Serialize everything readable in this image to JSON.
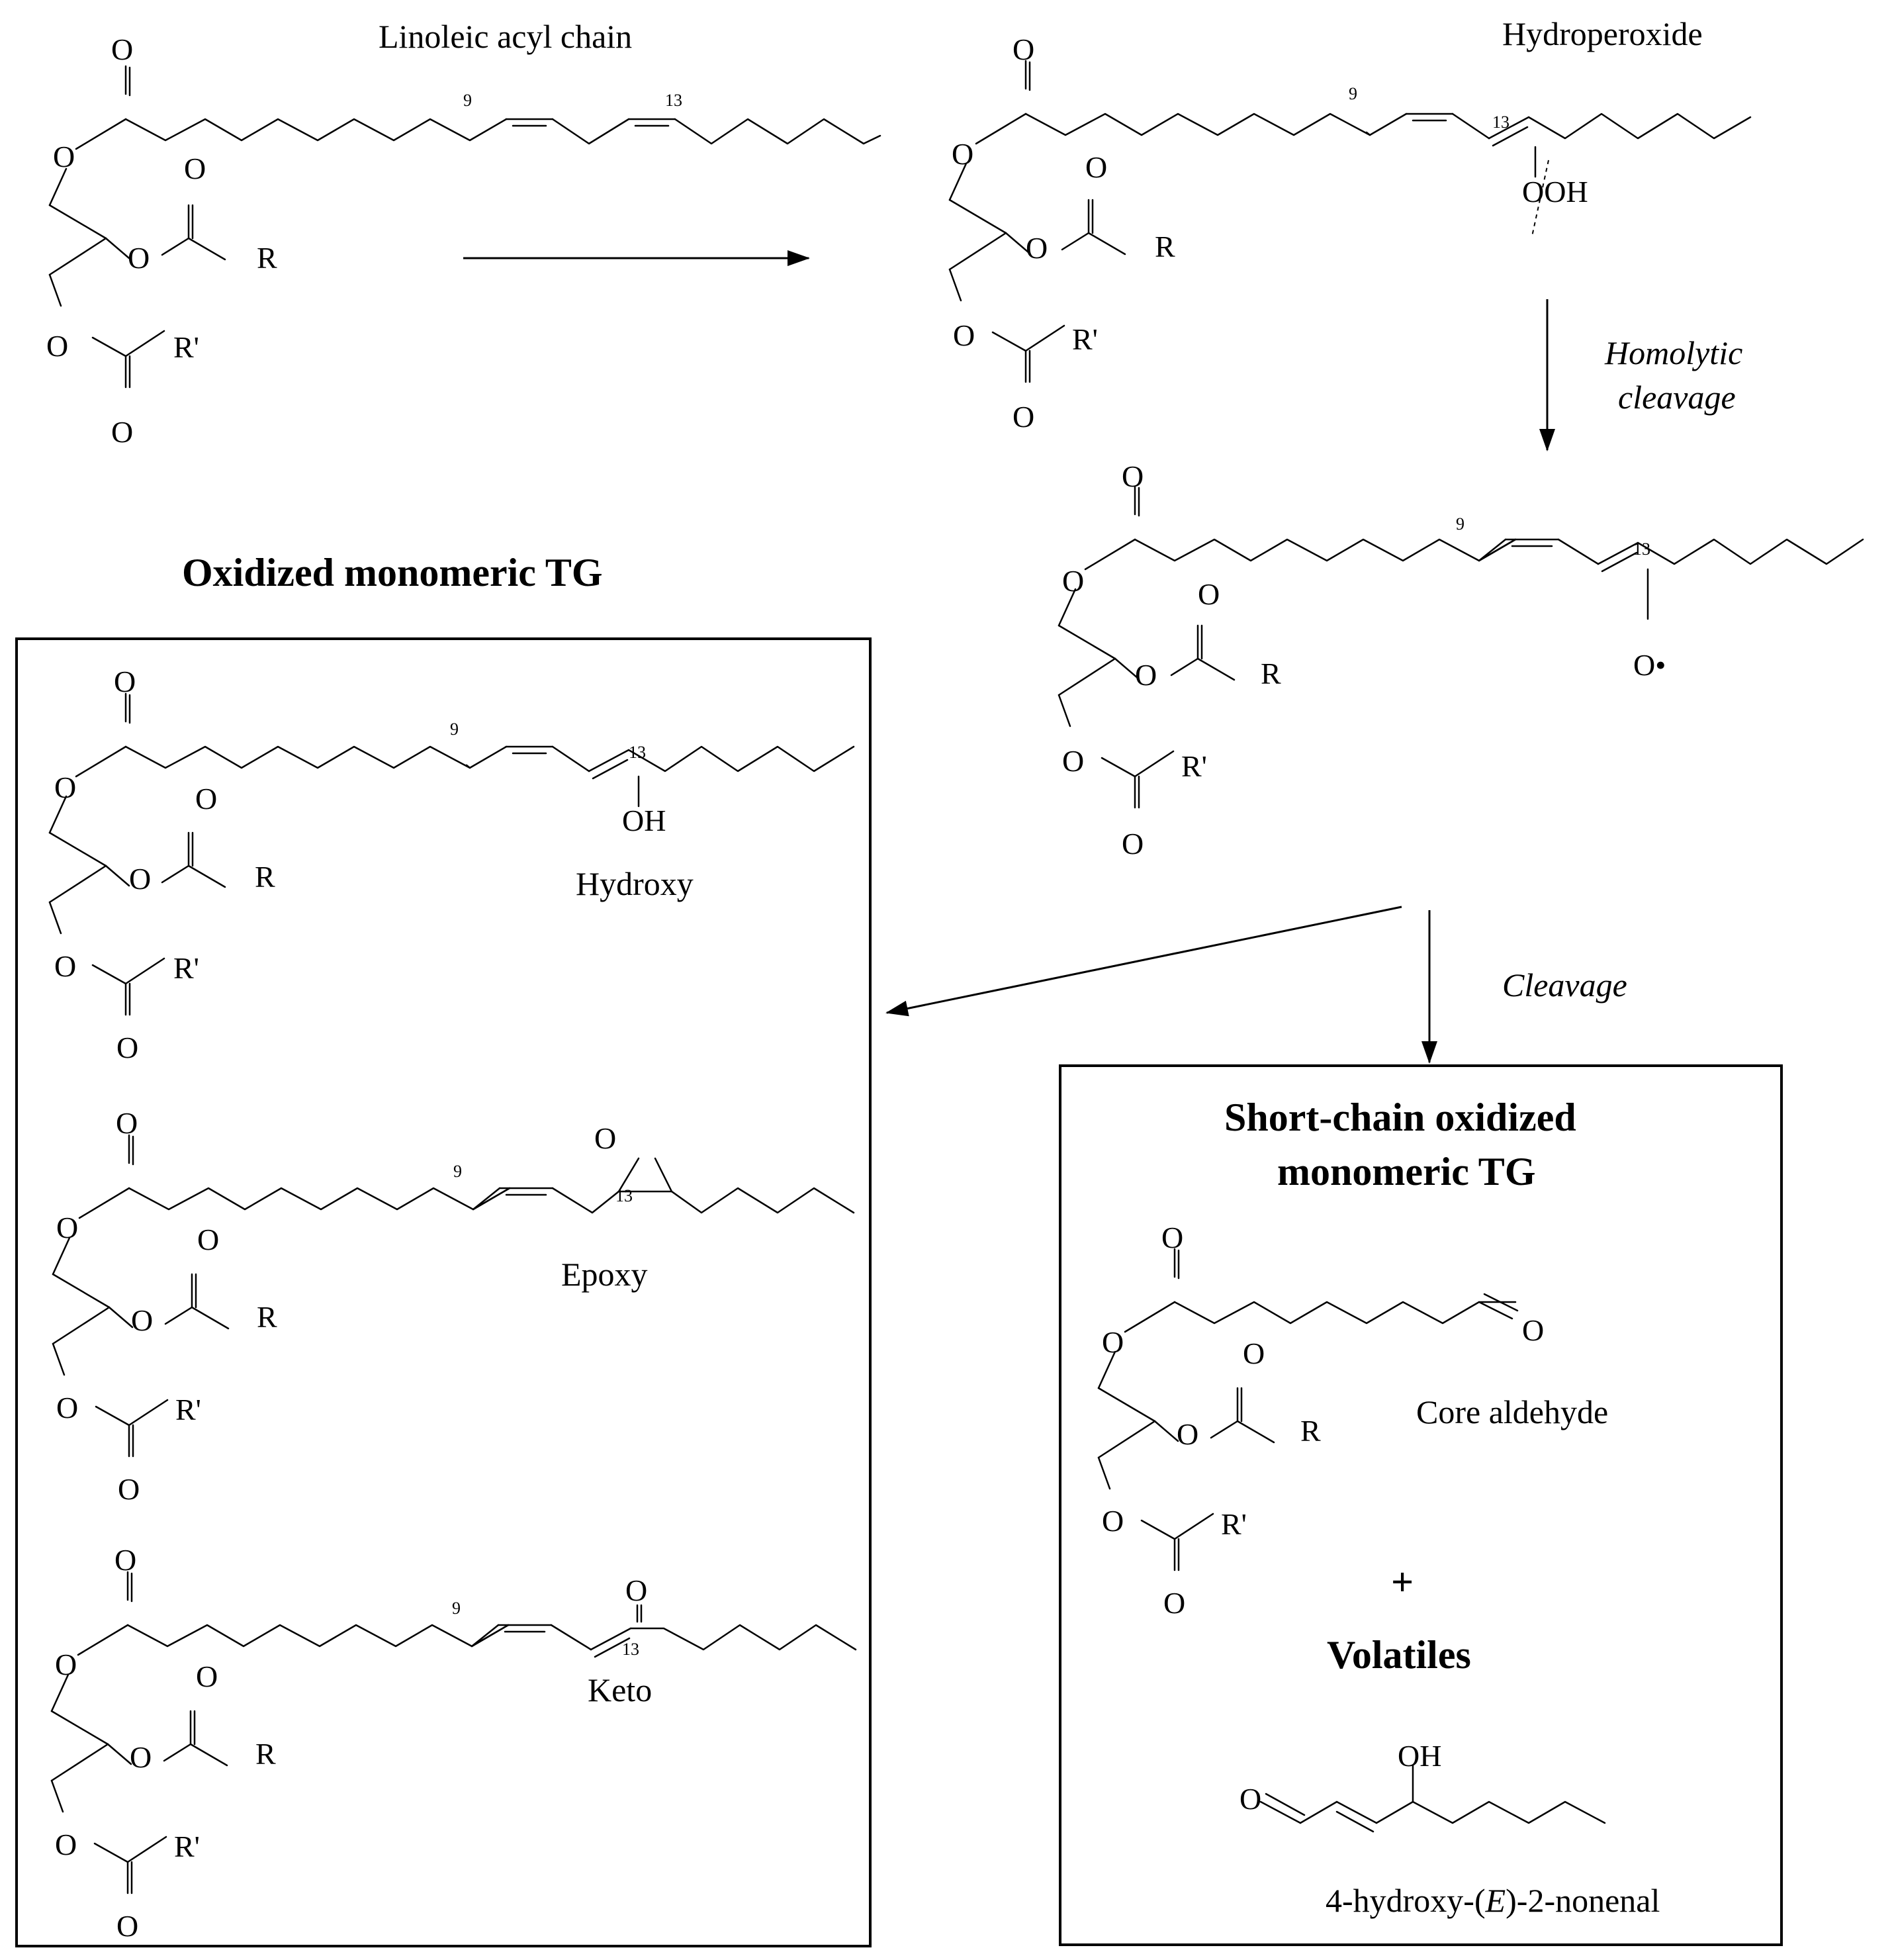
{
  "labels": {
    "linoleic": "Linoleic acyl chain",
    "hydroperoxide": "Hydroperoxide",
    "homolytic": "Homolytic",
    "cleavage_word": "cleavage",
    "cleavage": "Cleavage",
    "oxidized_title": "Oxidized monomeric TG",
    "hydroxy": "Hydroxy",
    "epoxy": "Epoxy",
    "keto": "Keto",
    "short_chain_title_1": "Short-chain oxidized",
    "short_chain_title_2": "monomeric TG",
    "core_aldehyde": "Core aldehyde",
    "plus": "+",
    "volatiles": "Volatiles",
    "hne_prefix": "4-hydroxy-(",
    "hne_e": "E",
    "hne_suffix": ")-2-nonenal"
  },
  "atoms": {
    "O": "O",
    "R": "R",
    "R_prime": "R'",
    "OOH": "OOH",
    "OH": "OH",
    "O_radical": "O•",
    "pos9": "9",
    "pos13": "13"
  }
}
